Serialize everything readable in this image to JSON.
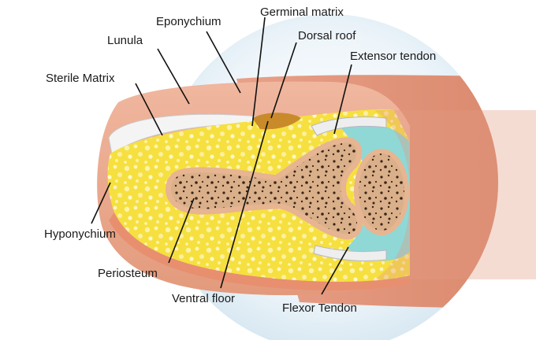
{
  "labels": {
    "eponychium": "Eponychium",
    "germinal_matrix": "Germinal matrix",
    "lunula": "Lunula",
    "dorsal_roof": "Dorsal roof",
    "extensor_tendon": "Extensor tendon",
    "sterile_matrix": "Sterile Matrix",
    "hyponychium": "Hyponychium",
    "periosteum": "Periosteum",
    "ventral_floor": "Ventral floor",
    "flexor_tendon": "Flexor Tendon"
  },
  "colors": {
    "background_circle": "#e6f1f8",
    "skin": "#e9a58a",
    "skin_dark": "#d98a6c",
    "fat": "#f6e040",
    "bone": "#e0a57a",
    "cartilage": "#8fd8d6",
    "nail": "#f2f2f2"
  }
}
